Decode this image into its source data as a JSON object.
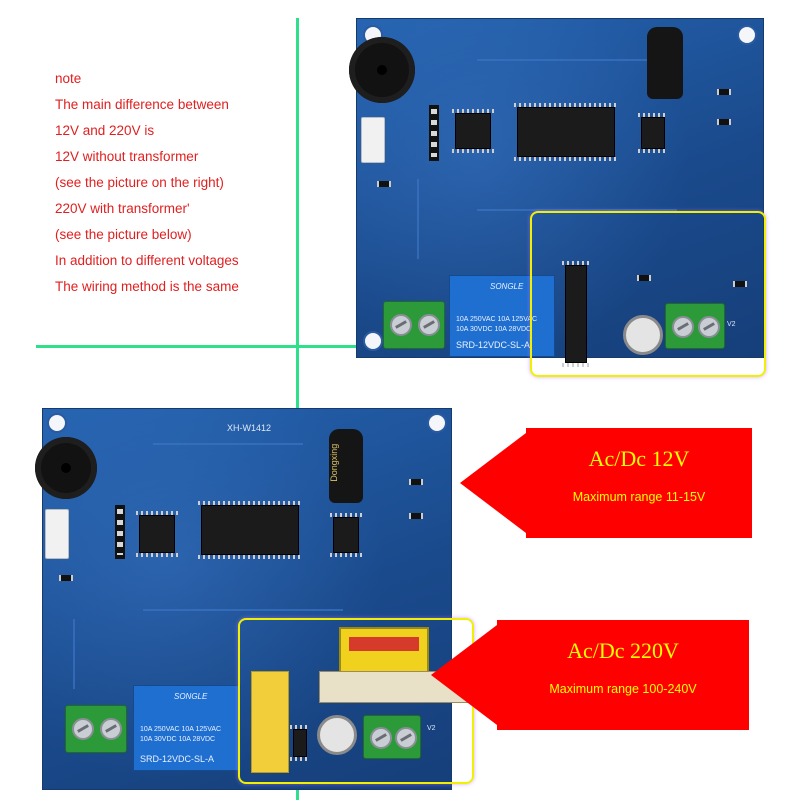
{
  "note": {
    "lines": [
      "note",
      "The main difference between",
      "12V and 220V is",
      "12V without transformer",
      "(see the picture on the right)",
      "220V with transformer'",
      "(see the picture below)",
      "In addition to different voltages",
      "The wiring method is the same"
    ]
  },
  "board_top": {
    "relay_brand": "SONGLE",
    "relay_spec1": "10A 250VAC  10A 125VAC",
    "relay_spec2": "10A  30VDC  10A  28VDC",
    "relay_model": "SRD-12VDC-SL-A",
    "label_v2": "V2"
  },
  "board_bottom": {
    "model_label": "XH-W1412",
    "cap_text": "Dongxing",
    "relay_brand": "SONGLE",
    "relay_spec1": "10A 250VAC  10A 125VAC",
    "relay_spec2": "10A  30VDC  10A  28VDC",
    "relay_model": "SRD-12VDC-SL-A",
    "label_v2": "V2"
  },
  "callouts": [
    {
      "title": "Ac/Dc 12V",
      "subtitle": "Maximum range 11-15V"
    },
    {
      "title": "Ac/Dc 220V",
      "subtitle": "Maximum range 100-240V"
    }
  ],
  "colors": {
    "note_text": "#e02020",
    "callout_bg": "#ff0000",
    "callout_text": "#ffff00",
    "highlight": "#f0f000",
    "guide": "#2ee08a",
    "pcb": "#1d4f94"
  }
}
